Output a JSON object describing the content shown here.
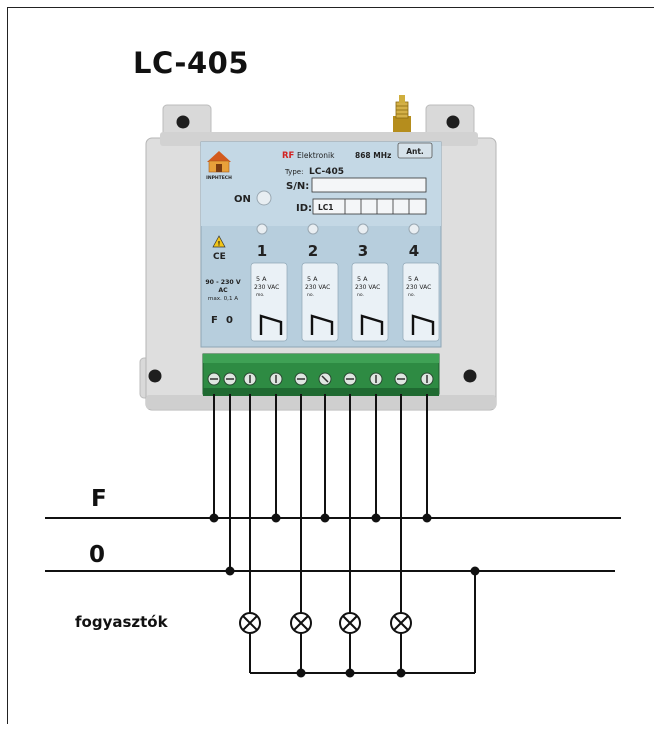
{
  "title": "LC-405",
  "device": {
    "brand_prefix": "RF",
    "brand_name": "Elektronik",
    "frequency": "868 MHz",
    "antenna_label": "Ant.",
    "logo_text": "INPHTECH",
    "type_label": "Type:",
    "type_value": "LC-405",
    "sn_label": "S/N:",
    "id_label": "ID:",
    "id_value": "LC1",
    "on_label": "ON",
    "ce_mark": "CE",
    "power_rating": [
      "90 - 230 V",
      "AC",
      "max. 0,1 A"
    ],
    "terminals": [
      "F",
      "0"
    ],
    "channels": [
      {
        "number": "1",
        "current": "5 A",
        "voltage": "230 VAC",
        "mode": "mo."
      },
      {
        "number": "2",
        "current": "5 A",
        "voltage": "230 VAC",
        "mode": "no."
      },
      {
        "number": "3",
        "current": "5 A",
        "voltage": "230 VAC",
        "mode": "no."
      },
      {
        "number": "4",
        "current": "5 A",
        "voltage": "230 VAC",
        "mode": "no."
      }
    ],
    "colors": {
      "housing": "#dedede",
      "label": "#b7cedd",
      "terminal_block": "#2e8b43",
      "antenna": "#c9a12c",
      "brand_red": "#d22222"
    }
  },
  "wiring": {
    "phase_label": "F",
    "neutral_label": "0",
    "loads_label": "fogyasztók"
  }
}
